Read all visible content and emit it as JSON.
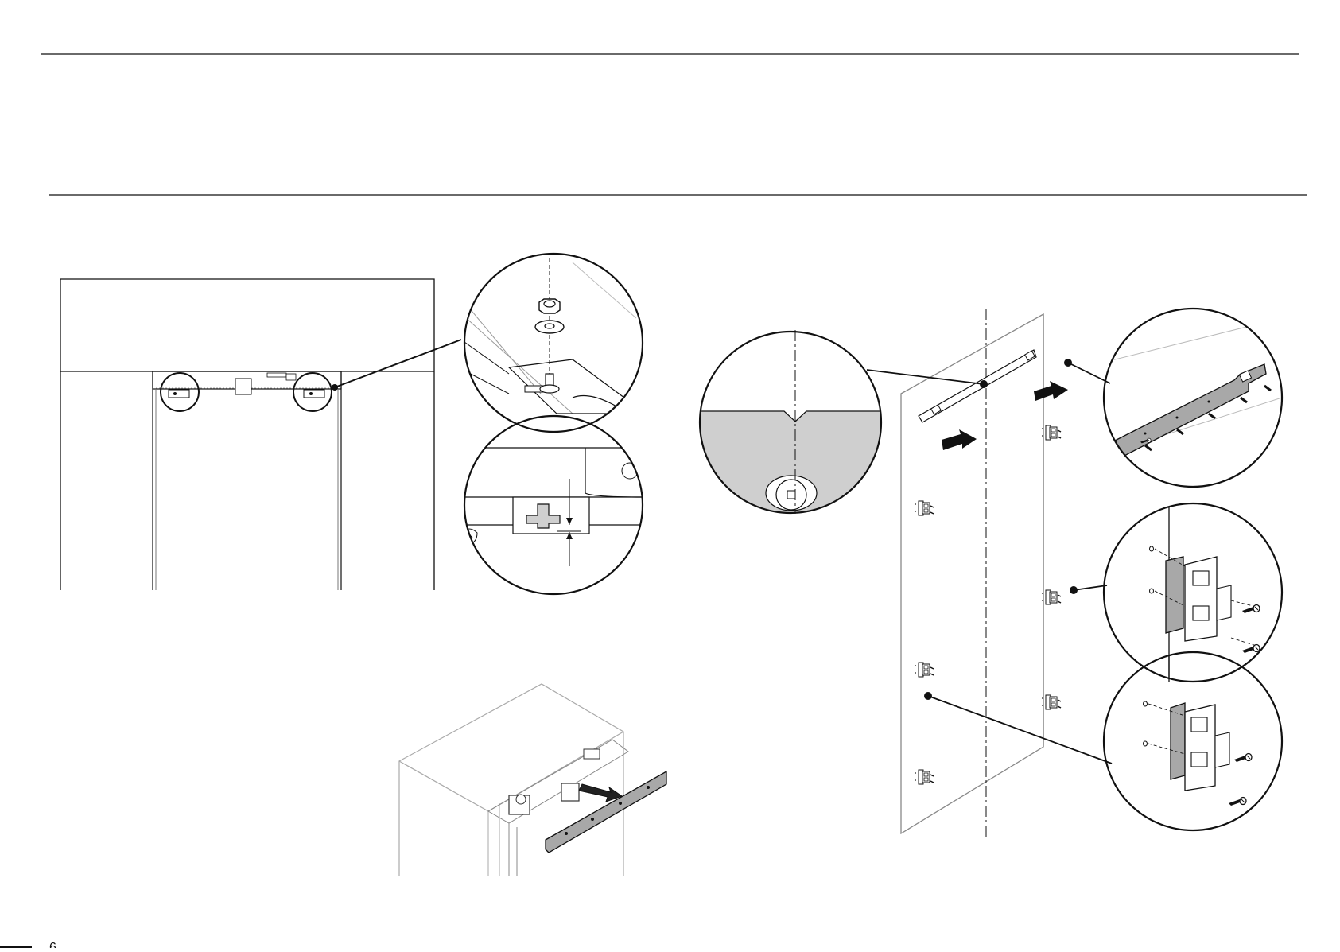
{
  "document": {
    "type": "installation instruction illustrations",
    "footer_page_mark": "6"
  },
  "colors": {
    "line": "#111111",
    "light_line": "#9a9a9a",
    "panel_fill": "#cfcfcf",
    "bracket_fill": "#a8a8a8",
    "background": "#ffffff"
  },
  "figures": [
    {
      "id": "cabinet-top-front-view",
      "icon": "cabinet-front-icon"
    },
    {
      "id": "detail-nut-washer-stud",
      "icon": "nut-washer-icon"
    },
    {
      "id": "detail-gap-measurement",
      "icon": "gap-measure-icon"
    },
    {
      "id": "remove-mounting-rail",
      "icon": "arrow-right-icon"
    },
    {
      "id": "door-panel-centerline",
      "icon": "centerline-icon"
    },
    {
      "id": "detail-centre-notch",
      "icon": "notch-icon"
    },
    {
      "id": "detail-rail-screws",
      "icon": "screw-icon"
    },
    {
      "id": "detail-hinge-bracket-upper",
      "icon": "hinge-bracket-icon"
    },
    {
      "id": "detail-hinge-bracket-lower",
      "icon": "hinge-bracket-icon"
    }
  ]
}
